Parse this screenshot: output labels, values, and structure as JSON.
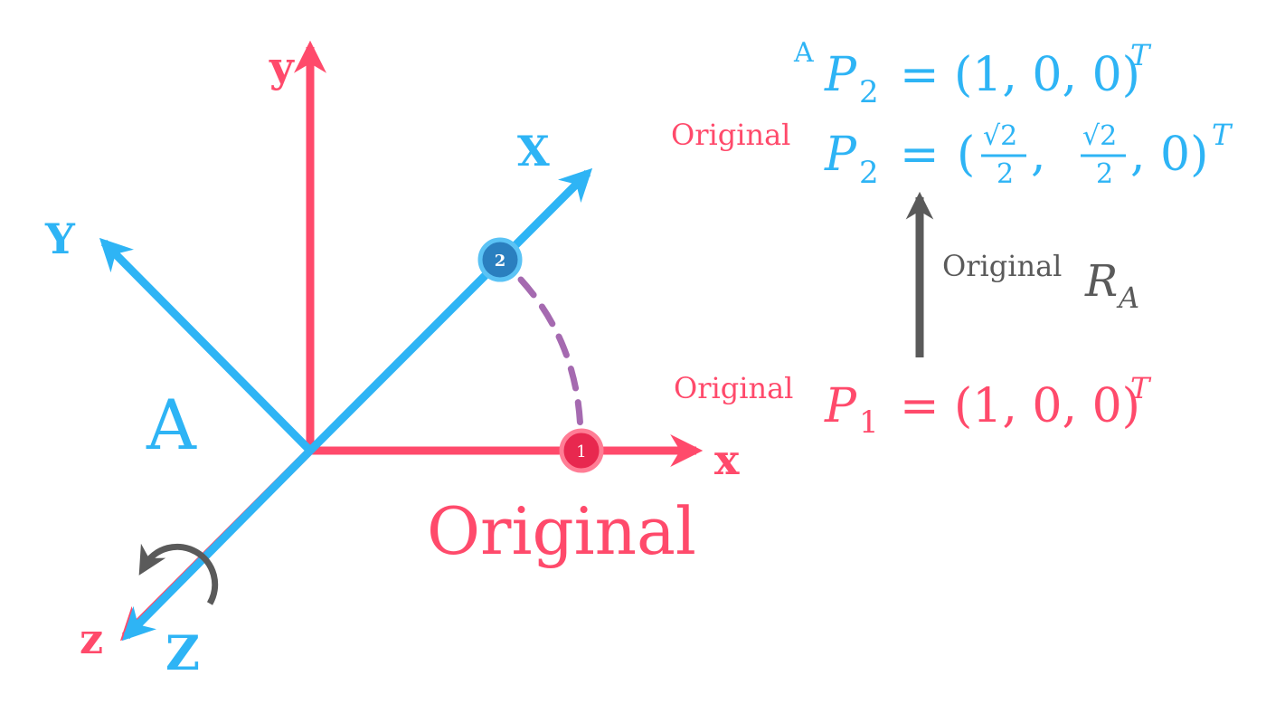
{
  "colors": {
    "original": "#ff4a6b",
    "frame_a": "#2eb4f5",
    "rotation": "#5a5a5a",
    "arc": "#a56ab0",
    "point1_fill": "#e8284f",
    "point2_fill": "#2a7fbf"
  },
  "axes": {
    "original": {
      "x": "x",
      "y": "y",
      "z": "z",
      "name": "Original"
    },
    "frame_a": {
      "x": "X",
      "y": "Y",
      "z": "Z",
      "name": "A"
    }
  },
  "points": {
    "p1": {
      "label": "1"
    },
    "p2": {
      "label": "2"
    }
  },
  "equations": {
    "p2_in_a": {
      "sup": "A",
      "base": "P",
      "sub": "2",
      "equals": "=",
      "value": "(1, 0, 0)",
      "T": "T"
    },
    "p2_in_original": {
      "sup": "Original",
      "base": "P",
      "sub": "2",
      "equals": "=",
      "open": "(",
      "frac_num": "√2",
      "frac_den": "2",
      "comma": ",",
      "tail": ", 0)",
      "T": "T"
    },
    "rotation": {
      "sup": "Original",
      "base": "R",
      "sub": "A"
    },
    "p1_in_original": {
      "sup": "Original",
      "base": "P",
      "sub": "1",
      "equals": "=",
      "value": "(1, 0, 0)",
      "T": "T"
    }
  },
  "icons": {
    "rotation": "rotation-arrow-icon",
    "transform": "arrow-up-icon"
  }
}
